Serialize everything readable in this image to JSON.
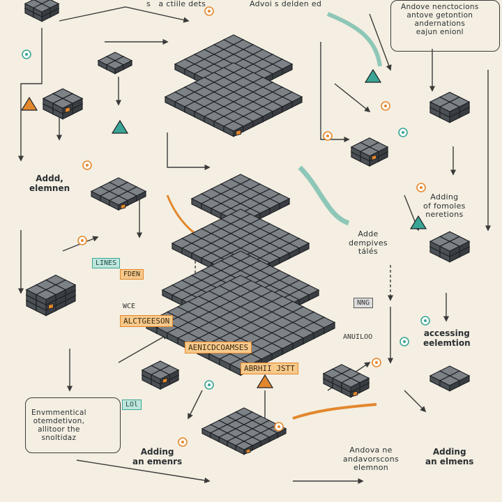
{
  "labels": {
    "top_left_note": "s   a ctiile\ndets",
    "top_center_note": "Advoi s\ndelden ed",
    "top_right_note": "Andove nenctocions\nantove getontion\nandernations\neajun enionl",
    "left_adding": "Addd,\nelemnen",
    "right_adding": "Adding\nof fomoles\nneretions",
    "center_right_note": "Adde\ndempives\ntálés",
    "accessing": "accessing\neelemtion",
    "bottom_left_note": "Envmmentical\notemdetivon,\nallitoor the\nsnoltidaz",
    "bottom_left_adding": "Adding\nan emenrs",
    "bottom_center_note": "Andova ne\nandavorscons\nelemnon",
    "bottom_right_adding": "Adding\nan elmens"
  },
  "tags": {
    "lines": "LINES",
    "fden": "FDEN",
    "alctgeeson": "ALCTGEESON",
    "wce": "WCE",
    "aenicdcoamses": "AENICDCOAMSES",
    "abrhi": "ABRHII JSTT",
    "anuiloo": "ANUILOO",
    "nng": "NNG",
    "lol": "LOl"
  },
  "colors": {
    "background": "#f4efe2",
    "cube_top": "#7d8287",
    "cube_left": "#4c5156",
    "cube_right": "#3a3e43",
    "accent_orange": "#e3872d",
    "accent_teal": "#3aa596",
    "line": "#3a3a3a"
  },
  "icons": [
    "cube-icon",
    "arrow-icon",
    "triangle-icon",
    "circle-marker-icon"
  ]
}
